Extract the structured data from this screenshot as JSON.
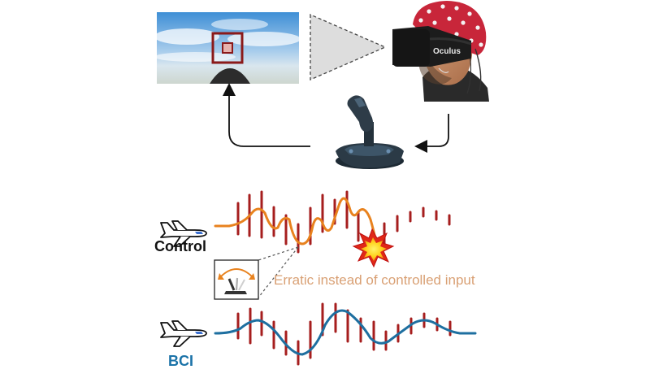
{
  "labels": {
    "control": "Control",
    "bci": "BCI",
    "annotation": "Erratic instead of controlled input",
    "headset_brand": "Oculus"
  },
  "colors": {
    "control_line": "#E8821E",
    "bci_line": "#1E6FA0",
    "bci_text": "#1B73A8",
    "tick": "#A61E1E",
    "annotation_text": "#D9A074",
    "target_frame": "#8B1A1A",
    "cap": "#C8263A"
  },
  "icons": [
    "airplane-icon",
    "joystick-icon",
    "vr-headset-icon",
    "eeg-cap-icon",
    "explosion-icon",
    "tilting-joystick-icon"
  ]
}
